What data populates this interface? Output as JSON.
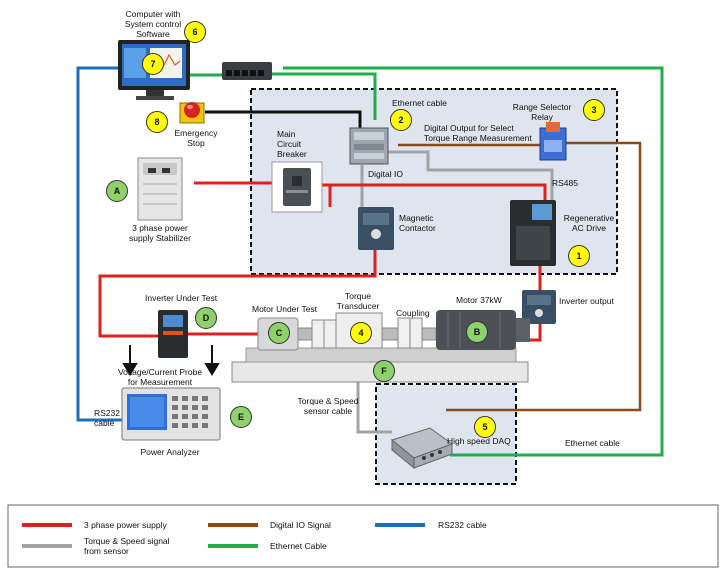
{
  "colors": {
    "power": "#e0201e",
    "io": "#8b4a1b",
    "rs232": "#1a6fbf",
    "sensor": "#a3a3a3",
    "ethernet": "#1fae4b",
    "panel_fill": "#dfe5ee",
    "badge_yellow": "#ffff00",
    "badge_green": "#8fd16a"
  },
  "labels": {
    "computer": "Computer with\nSystem control\nSoftware",
    "ethernet_cable_top": "Ethernet cable",
    "range_selector": "Range Selector\nRelay",
    "digital_output": "Digital Output for Select\nTorque Range Measurement",
    "emergency_stop": "Emergency\nStop",
    "main_breaker": "Main\nCircuit\nBreaker",
    "digital_io": "Digital IO",
    "rs485": "RS485",
    "stabilizer": "3 phase power\nsupply Stabilizer",
    "magnetic_contactor": "Magnetic\nContactor",
    "regen_drive": "Regenerative\nAC Drive",
    "inverter_under_test": "Inverter Under Test",
    "motor_under_test": "Motor Under Test",
    "torque_transducer": "Torque\nTransducer",
    "coupling": "Coupling",
    "motor_37kw": "Motor 37kW",
    "inverter_output": "Inverter output",
    "probe": "Voltage/Current Probe\nfor Measurement",
    "rs232_cable": "RS232\ncable",
    "power_analyzer": "Power Analyzer",
    "torque_speed_cable": "Torque & Speed\nsensor cable",
    "high_speed_daq": "High speed DAQ",
    "ethernet_cable_right": "Ethernet cable"
  },
  "badges": {
    "b1": "1",
    "b2": "2",
    "b3": "3",
    "b4": "4",
    "b5": "5",
    "b6": "6",
    "b7": "7",
    "b8": "8",
    "bA": "A",
    "bB": "B",
    "bC": "C",
    "bD": "D",
    "bE": "E",
    "bF": "F"
  },
  "legend": [
    {
      "label": "3 phase power supply",
      "color_key": "power"
    },
    {
      "label": "Digital IO Signal",
      "color_key": "io"
    },
    {
      "label": "RS232 cable",
      "color_key": "rs232"
    },
    {
      "label": "Torque & Speed signal\nfrom sensor",
      "color_key": "sensor"
    },
    {
      "label": "Ethernet Cable",
      "color_key": "ethernet"
    }
  ]
}
